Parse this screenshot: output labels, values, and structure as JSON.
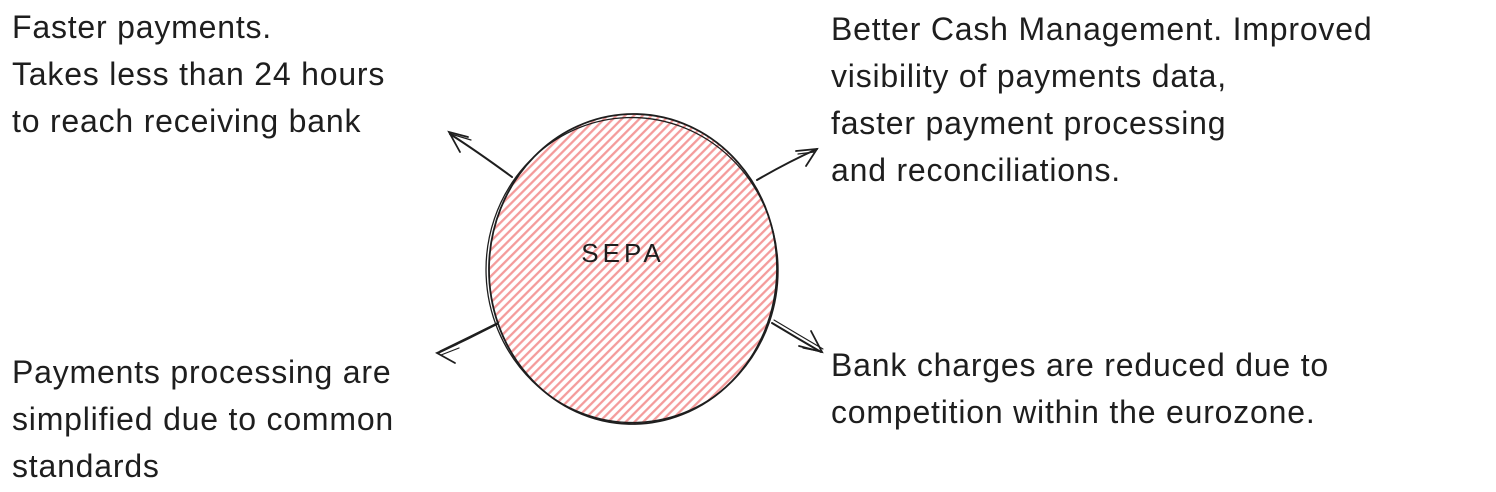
{
  "diagram": {
    "title_node": {
      "label": "SEPA",
      "shape": "circle",
      "fill_style": "hachure",
      "hatch_color": "#f49b9b",
      "stroke_color": "#1e1e1e"
    },
    "background_color": "#ffffff",
    "text_color": "#1e1e1e",
    "notes": {
      "top_left": {
        "lines": {
          "0": "Faster payments.",
          "1": "Takes less than 24 hours",
          "2": "to reach receiving bank"
        }
      },
      "top_right": {
        "lines": {
          "0": "Better Cash Management. Improved",
          "1": "visibility of payments data,",
          "2": "faster payment processing",
          "3": "and reconciliations."
        }
      },
      "bottom_left": {
        "lines": {
          "0": "Payments processing are",
          "1": "simplified due to common",
          "2": "standards"
        }
      },
      "bottom_right": {
        "lines": {
          "0": "Bank charges are reduced due to",
          "1": "competition within the eurozone."
        }
      }
    }
  }
}
